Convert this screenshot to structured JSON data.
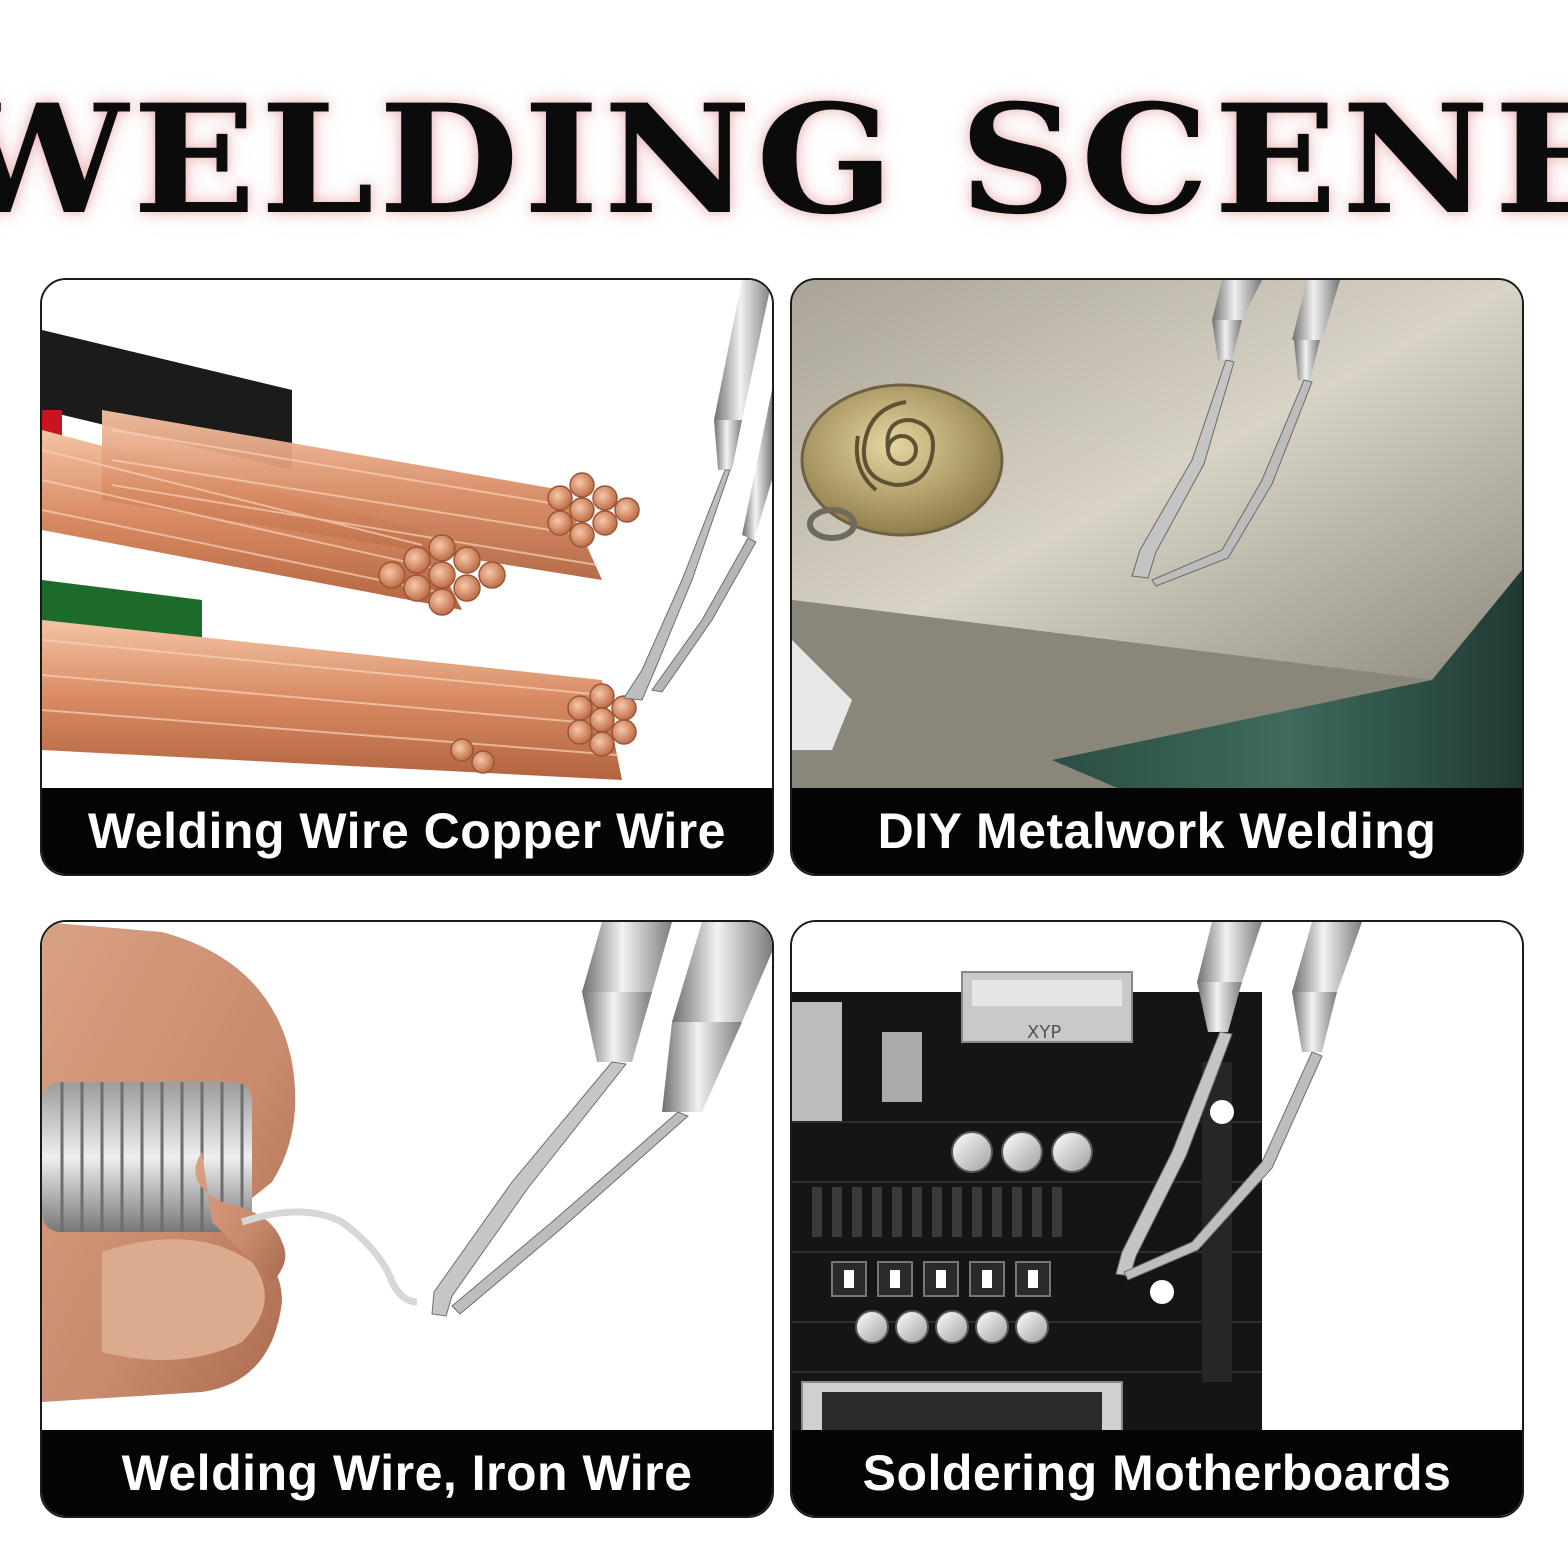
{
  "title": "WELDING SCENE",
  "panels": [
    {
      "caption": "Welding Wire Copper Wire",
      "icon": "copper-wire-bundle-image"
    },
    {
      "caption": "DIY Metalwork Welding",
      "icon": "metal-block-pendant-image"
    },
    {
      "caption": "Welding Wire, Iron Wire",
      "icon": "hand-holding-wire-coil-image"
    },
    {
      "caption": "Soldering Motherboards",
      "icon": "motherboard-image"
    }
  ],
  "colors": {
    "title": "#0b0b0b",
    "title_glow": "#e8aaaa",
    "caption_bg": "#050505",
    "caption_text": "#ffffff",
    "copper": "#d9906a",
    "steel": "#b8b8b8",
    "pcb": "#151515"
  },
  "board_marking": "XYP"
}
